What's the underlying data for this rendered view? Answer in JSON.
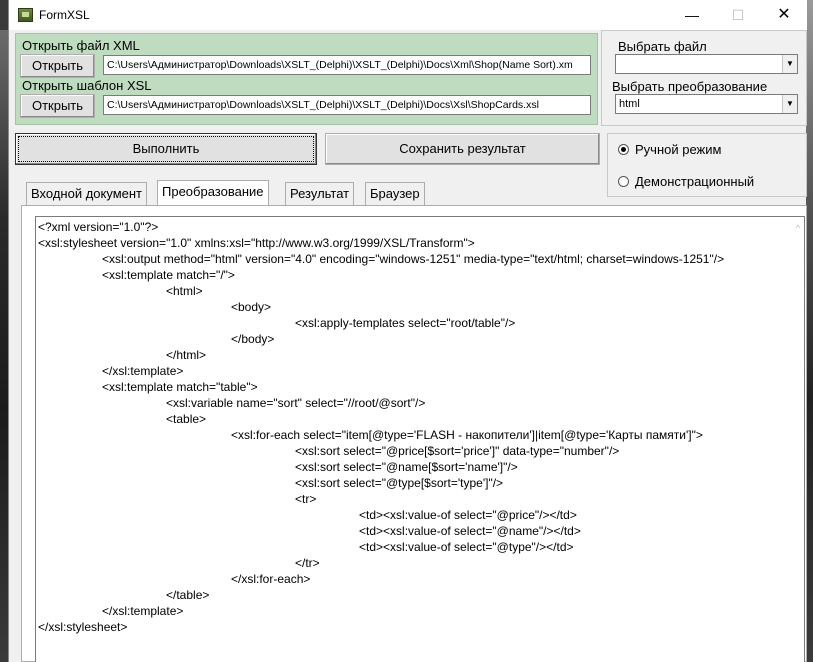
{
  "window": {
    "title": "FormXSL",
    "min_glyph": "—",
    "max_glyph": "☐",
    "close_glyph": "✕"
  },
  "xml_section": {
    "label": "Открыть файл XML",
    "open_button": "Открыть",
    "path": "C:\\Users\\Администратор\\Downloads\\XSLT_(Delphi)\\XSLT_(Delphi)\\Docs\\Xml\\Shop(Name Sort).xm"
  },
  "xsl_section": {
    "label": "Открыть шаблон XSL",
    "open_button": "Открыть",
    "path": "C:\\Users\\Администратор\\Downloads\\XSLT_(Delphi)\\XSLT_(Delphi)\\Docs\\Xsl\\ShopCards.xsl"
  },
  "right_panel": {
    "choose_file_label": "Выбрать файл",
    "choose_file_value": "",
    "choose_transform_label": "Выбрать преобразование",
    "choose_transform_value": "html"
  },
  "actions": {
    "run": "Выполнить",
    "save": "Сохранить результат"
  },
  "mode": {
    "manual": "Ручной режим",
    "demo": "Демонстрационный",
    "selected": "manual"
  },
  "tabs": [
    {
      "label": "Входной документ",
      "active": false
    },
    {
      "label": "Преобразование",
      "active": true
    },
    {
      "label": "Результат",
      "active": false
    },
    {
      "label": "Браузер",
      "active": false
    }
  ],
  "code": [
    "<?xml version=\"1.0\"?>",
    "<xsl:stylesheet version=\"1.0\" xmlns:xsl=\"http://www.w3.org/1999/XSL/Transform\">",
    "<xsl:output method=\"html\" version=\"4.0\" encoding=\"windows-1251\" media-type=\"text/html; charset=windows-1251\"/>",
    "<xsl:template match=\"/\">",
    "<html>",
    "<body>",
    "<xsl:apply-templates select=\"root/table\"/>",
    "</body>",
    "</html>",
    "</xsl:template>",
    "<xsl:template match=\"table\">",
    "<xsl:variable name=\"sort\" select=\"//root/@sort\"/>",
    "<table>",
    "<xsl:for-each select=\"item[@type='FLASH - накопители']|item[@type='Карты памяти']\">",
    "<xsl:sort select=\"@price[$sort='price']\" data-type=\"number\"/>",
    "<xsl:sort select=\"@name[$sort='name']\"/>",
    "<xsl:sort select=\"@type[$sort='type']\"/>",
    "<tr>",
    "<td><xsl:value-of select=\"@price\"/></td>",
    "<td><xsl:value-of select=\"@name\"/></td>",
    "<td><xsl:value-of select=\"@type\"/></td>",
    "</tr>",
    "</xsl:for-each>",
    "</table>",
    "</xsl:template>",
    "</xsl:stylesheet>"
  ]
}
